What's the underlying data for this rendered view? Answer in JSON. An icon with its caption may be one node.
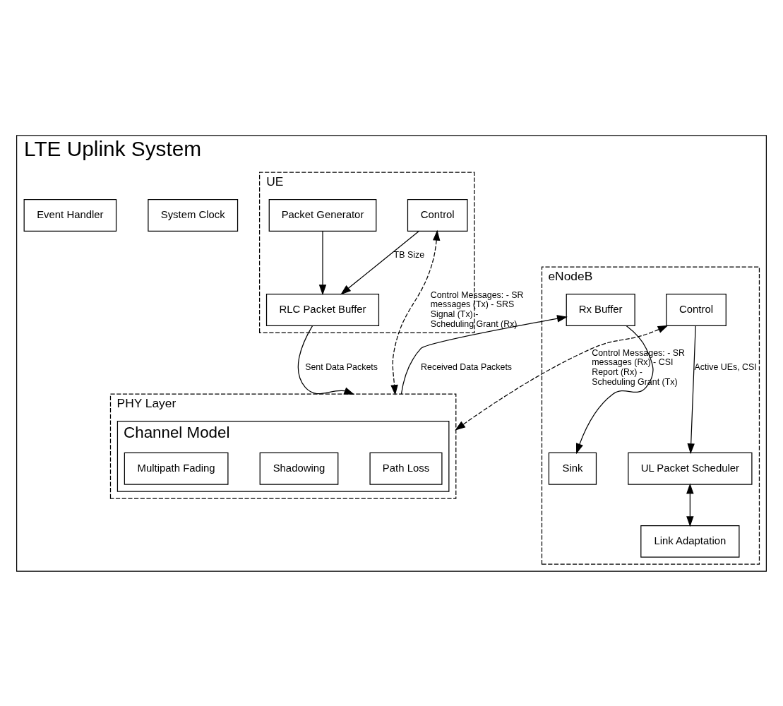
{
  "diagram": {
    "nodes": [
      {
        "text": [
          "LTE Uplink System"
        ]
      },
      {
        "text": [
          "System Clock"
        ],
        "in": 0
      },
      {
        "text": [
          "Event Handler"
        ],
        "in": 0
      },
      {
        "text": [
          "eNodeB"
        ],
        "in": 0
      },
      {
        "text": [
          "Control"
        ],
        "in": 3
      },
      {
        "text": [
          "UL Packet Scheduler"
        ],
        "in": 3
      },
      {
        "text": [
          "Link Adaptation"
        ],
        "in": 3
      },
      {
        "text": [
          "Rx Buffer"
        ],
        "in": 3
      },
      {
        "text": [
          "Sink"
        ],
        "in": 3
      },
      {
        "text": [
          "UE"
        ],
        "in": 0
      },
      {
        "text": [
          "Packet Generator"
        ],
        "in": 9
      },
      {
        "text": [
          "RLC Packet Buffer"
        ],
        "in": 9
      },
      {
        "text": [
          "Control"
        ],
        "in": 9
      },
      {
        "text": [
          "PHY Layer"
        ],
        "in": 0
      },
      {
        "text": [
          "Channel Model"
        ],
        "in": 13
      },
      {
        "text": [
          "Path Loss"
        ],
        "in": 14
      },
      {
        "text": [
          "Shadowing"
        ],
        "in": 14
      },
      {
        "text": [
          "Multipath Fading"
        ],
        "in": 14
      }
    ],
    "edges": [
      {
        "from": 4,
        "to": 5,
        "arrow": "to",
        "label": "Active UEs, CSI"
      },
      {
        "from": 5,
        "to": 6,
        "arrow": "both"
      },
      {
        "from": 7,
        "to": 8,
        "arrow": "to"
      },
      {
        "from": 13,
        "to": 7,
        "arrow": "to",
        "label": "Received Data Packets"
      },
      {
        "from": 4,
        "to": 13,
        "arrow": "both",
        "style": "dashed",
        "label": "Control Messages: - SR messages (Rx) - CSI Report (Rx) - Scheduling Grant (Tx)"
      },
      {
        "from": 10,
        "to": 11,
        "arrow": "to"
      },
      {
        "from": 12,
        "to": 11,
        "arrow": "to",
        "label": "TB Size"
      },
      {
        "from": 11,
        "to": 13,
        "arrow": "to",
        "label": "Sent Data Packets"
      },
      {
        "from": 12,
        "to": 13,
        "arrow": "both",
        "style": "dashed",
        "label": "Control Messages: - SR messages (Tx) - SRS Signal (Tx) - Scheduling Grant (Rx)"
      }
    ]
  }
}
